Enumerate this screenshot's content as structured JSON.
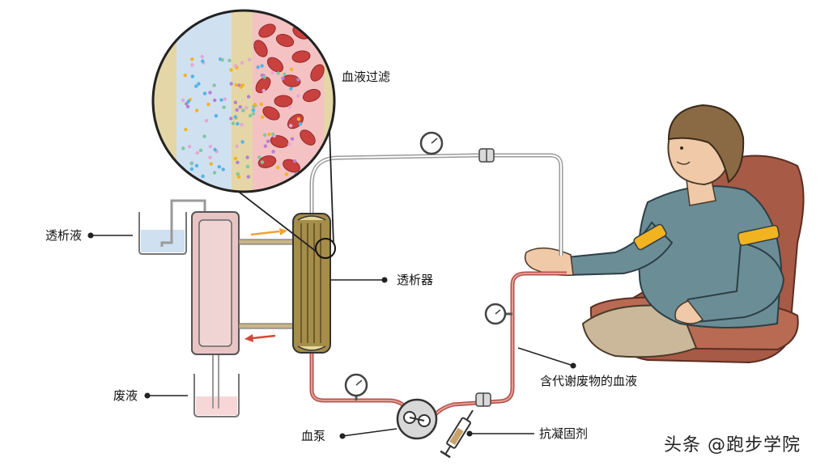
{
  "labels": {
    "dialysate": "透析液",
    "waste": "废液",
    "dialyzer": "透析器",
    "filtration": "血液过滤",
    "waste_blood": "含代谢废物的血液",
    "blood_pump": "血泵",
    "anticoagulant": "抗凝固剂"
  },
  "watermark": "头条 @跑步学院",
  "colors": {
    "tube_blood": "#b5524a",
    "tube_clean": "#9a9a9a",
    "dialyzer": "#a58d4a",
    "membrane_plasma": "#cfe0f1",
    "membrane_blood": "#f4c2c2",
    "rbc": "#c9413f",
    "shirt": "#6b8d96",
    "stripe": "#f2b321",
    "chair": "#a75a45"
  }
}
